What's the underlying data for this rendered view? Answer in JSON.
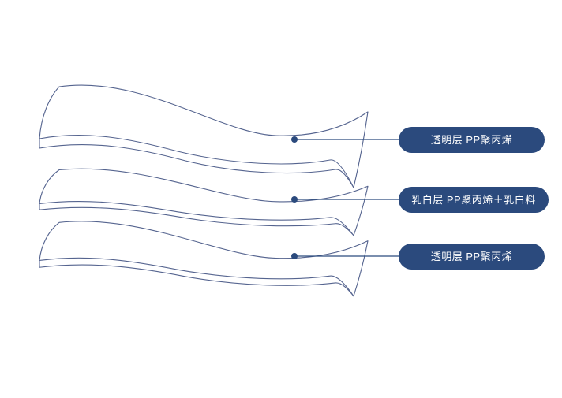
{
  "diagram": {
    "type": "layered-material-structure",
    "layers": [
      {
        "label": "透明层 PP聚丙烯"
      },
      {
        "label": "乳白层 PP聚丙烯＋乳白料"
      },
      {
        "label": "透明层 PP聚丙烯"
      }
    ],
    "colors": {
      "label_bg": "#2b4a7d",
      "label_text": "#ffffff",
      "sheet_outline": "#55648f",
      "connector": "#2b4a7d",
      "background": "#ffffff"
    }
  }
}
